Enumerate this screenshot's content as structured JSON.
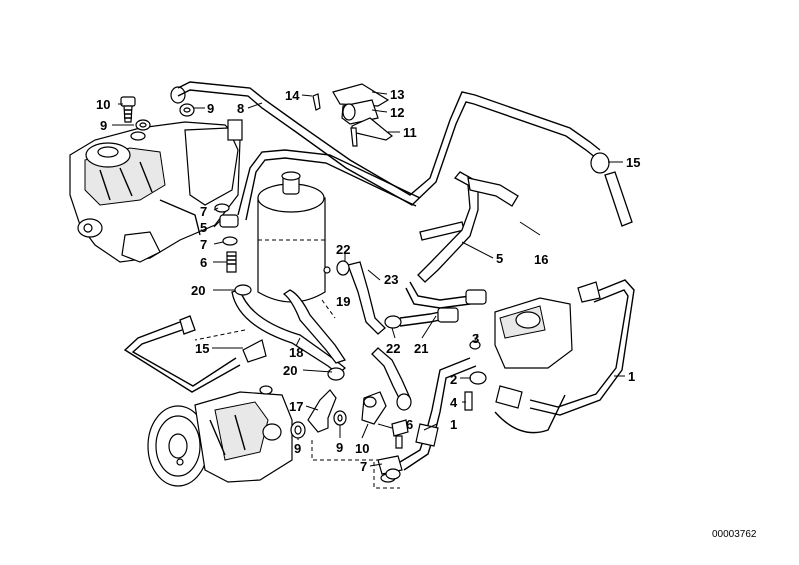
{
  "diagram": {
    "reference_number": "00003762",
    "part_labels": [
      {
        "id": "label-10-top",
        "text": "10"
      },
      {
        "id": "label-9-top-left",
        "text": "9"
      },
      {
        "id": "label-9-top",
        "text": "9"
      },
      {
        "id": "label-8",
        "text": "8"
      },
      {
        "id": "label-14",
        "text": "14"
      },
      {
        "id": "label-13",
        "text": "13"
      },
      {
        "id": "label-12",
        "text": "12"
      },
      {
        "id": "label-11",
        "text": "11"
      },
      {
        "id": "label-15-right",
        "text": "15"
      },
      {
        "id": "label-7-a",
        "text": "7"
      },
      {
        "id": "label-5-left",
        "text": "5"
      },
      {
        "id": "label-7-b",
        "text": "7"
      },
      {
        "id": "label-6-left",
        "text": "6"
      },
      {
        "id": "label-20-top",
        "text": "20"
      },
      {
        "id": "label-22-top",
        "text": "22"
      },
      {
        "id": "label-23",
        "text": "23"
      },
      {
        "id": "label-19",
        "text": "19"
      },
      {
        "id": "label-5-right",
        "text": "5"
      },
      {
        "id": "label-16",
        "text": "16"
      },
      {
        "id": "label-15-left",
        "text": "15"
      },
      {
        "id": "label-18",
        "text": "18"
      },
      {
        "id": "label-22-bottom",
        "text": "22"
      },
      {
        "id": "label-21",
        "text": "21"
      },
      {
        "id": "label-3",
        "text": "3"
      },
      {
        "id": "label-2",
        "text": "2"
      },
      {
        "id": "label-4",
        "text": "4"
      },
      {
        "id": "label-1-right",
        "text": "1"
      },
      {
        "id": "label-20-bottom",
        "text": "20"
      },
      {
        "id": "label-17",
        "text": "17"
      },
      {
        "id": "label-9-bottom-left",
        "text": "9"
      },
      {
        "id": "label-9-bottom",
        "text": "9"
      },
      {
        "id": "label-10-bottom",
        "text": "10"
      },
      {
        "id": "label-6-bottom",
        "text": "6"
      },
      {
        "id": "label-1-bottom",
        "text": "1"
      },
      {
        "id": "label-7-bottom",
        "text": "7"
      }
    ]
  }
}
